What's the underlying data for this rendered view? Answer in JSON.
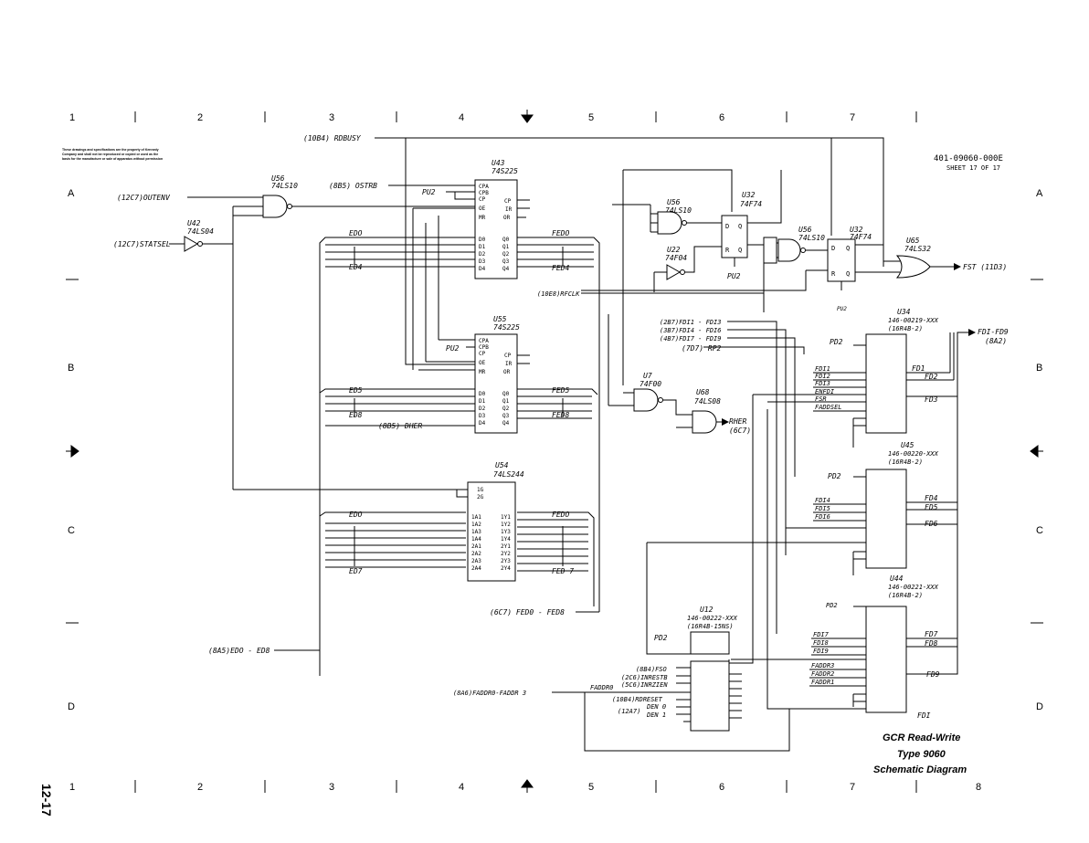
{
  "doc": {
    "part_number": "401-09060-000E",
    "sheet": "SHEET 17 OF 17",
    "page_number": "12-17",
    "title_lines": [
      "GCR Read-Write",
      "Type 9060",
      "Schematic Diagram"
    ],
    "copyright_lines": [
      "These drawings and specifications are the property of Kennedy",
      "Company and shall not be reproduced or copied or used as the",
      "basis for the manufacture or sale of apparatus without permission"
    ]
  },
  "grid": {
    "top": [
      "1",
      "2",
      "3",
      "4",
      "5",
      "6",
      "7"
    ],
    "bottom": [
      "1",
      "2",
      "3",
      "4",
      "5",
      "6",
      "7",
      "8"
    ],
    "rows": [
      "A",
      "B",
      "C",
      "D"
    ]
  },
  "signals": {
    "rdbusy": "(10B4) RDBUSY",
    "ostrb": "(8B5) OSTRB",
    "outenv": "(12C7)OUTENV",
    "statsel": "(12C7)STATSEL",
    "rfclk": "(10E8)RFCLK",
    "fdi1_3": "(2B7)FDI1 - FDI3",
    "fdi4_6": "(3B7)FDI4 - FDI6",
    "fdi7_9": "(4B7)FDI7 - FDI9",
    "rp2": "(7D7) RP2",
    "dher": "(8B5) DHER",
    "rher": "RHER",
    "rher_ref": "(6C7)",
    "fedo_fed8": "(6C7) FED0 - FED8",
    "edo_ed8": "(8A5)EDO - ED8",
    "fst": "FST (11D3)",
    "fdi_fd9": "FDI-FD9",
    "fdi_fd9_ref": "(8A2)",
    "fadd_bus": "(8A6)FADDR0-FADDR 3",
    "faddro": "FADDR0",
    "fso": "(8B4)FSO",
    "inrestb": "(2C6)INRESTB",
    "inrzien": "(5C6)INRZIEN",
    "rdreset": "(10B4)RDRESET",
    "den0": "DEN 0",
    "den1": "DEN 1",
    "den_ref": "(12A7)",
    "pu2": "PU2",
    "pd2": "PD2",
    "edo": "EDO",
    "ed4": "ED4",
    "ed5": "ED5",
    "ed8": "ED8",
    "ed7": "ED7",
    "fedo": "FEDO",
    "fed4": "FED4",
    "fed5": "FED5",
    "fed8": "FED8",
    "fed7": "FED 7",
    "fd1": "FD1",
    "fd2": "FD2",
    "fd3": "FD3",
    "fd4": "FD4",
    "fd5": "FD5",
    "fd6": "FD6",
    "fd7": "FD7",
    "fd8": "FD8",
    "fd9": "FD9",
    "fdi_end": "FDI"
  },
  "components": {
    "u56a": {
      "ref": "U56",
      "part": "74LS10"
    },
    "u42": {
      "ref": "U42",
      "part": "74LS04"
    },
    "u43": {
      "ref": "U43",
      "part": "74S225"
    },
    "u55": {
      "ref": "U55",
      "part": "74S225"
    },
    "u54": {
      "ref": "U54",
      "part": "74LS244"
    },
    "u56b": {
      "ref": "U56",
      "part": "74LS10"
    },
    "u22": {
      "ref": "U22",
      "part": "74F04"
    },
    "u32a": {
      "ref": "U32",
      "part": "74F74"
    },
    "u56c": {
      "ref": "U56",
      "part": "74LS10"
    },
    "u32b": {
      "ref": "U32",
      "part": "74F74"
    },
    "u65": {
      "ref": "U65",
      "part": "74LS32"
    },
    "u7": {
      "ref": "U7",
      "part": "74F00"
    },
    "u68": {
      "ref": "U68",
      "part": "74LS08"
    },
    "u34": {
      "ref": "U34",
      "part": "146-00219-XXX",
      "pkg": "(16R4B-2)"
    },
    "u45": {
      "ref": "U45",
      "part": "146-00220-XXX",
      "pkg": "(16R4B-2)"
    },
    "u44": {
      "ref": "U44",
      "part": "146-00221-XXX",
      "pkg": "(16R4B-2)"
    },
    "u12": {
      "ref": "U12",
      "part": "146-00222-XXX",
      "pkg": "(16R4B-15NS)"
    }
  },
  "fifo_pins": {
    "left": [
      "CPA",
      "CPB",
      "CP",
      "OE",
      "MR",
      "D0",
      "D1",
      "D2",
      "D3",
      "D4"
    ],
    "right": [
      "CP",
      "IR",
      "OR",
      "Q0",
      "Q1",
      "Q2",
      "Q3",
      "Q4"
    ]
  },
  "buffer_pins": {
    "left": [
      "1G",
      "2G",
      "1A1",
      "1A2",
      "1A3",
      "1A4",
      "2A1",
      "2A2",
      "2A3",
      "2A4"
    ],
    "right": [
      "1Y1",
      "1Y2",
      "1Y3",
      "1Y4",
      "2Y1",
      "2Y2",
      "2Y3",
      "2Y4"
    ]
  },
  "pal_inputs": {
    "u34": [
      "FDI1",
      "FDI2",
      "FDI3",
      "ENFDI",
      "FSR",
      "FADDSEL"
    ],
    "u45": [
      "FDI4",
      "FDI5",
      "FDI6"
    ],
    "u44": [
      "FDI7",
      "FDI8",
      "FDI9",
      "FADDR3",
      "FADDR2",
      "FADDR1"
    ]
  }
}
